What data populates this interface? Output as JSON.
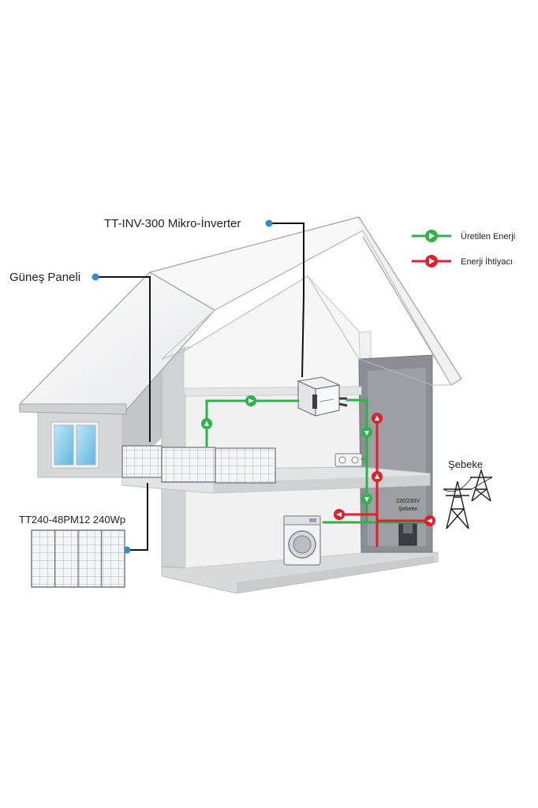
{
  "labels": {
    "inverter": "TT-INV-300 Mikro-İnverter",
    "solar_panel": "Güneş Paneli",
    "panel_model": "TT240-48PM12 240Wp",
    "grid": "Şebeke",
    "meter_voltage": "220/230V",
    "meter_grid": "Şebeke"
  },
  "legend": {
    "produced": "Üretilen Enerji",
    "demand": "Enerji İhtiyacı"
  },
  "colors": {
    "produced": "#2db34a",
    "demand": "#e0202a",
    "callout_dot": "#2a8fd6"
  }
}
